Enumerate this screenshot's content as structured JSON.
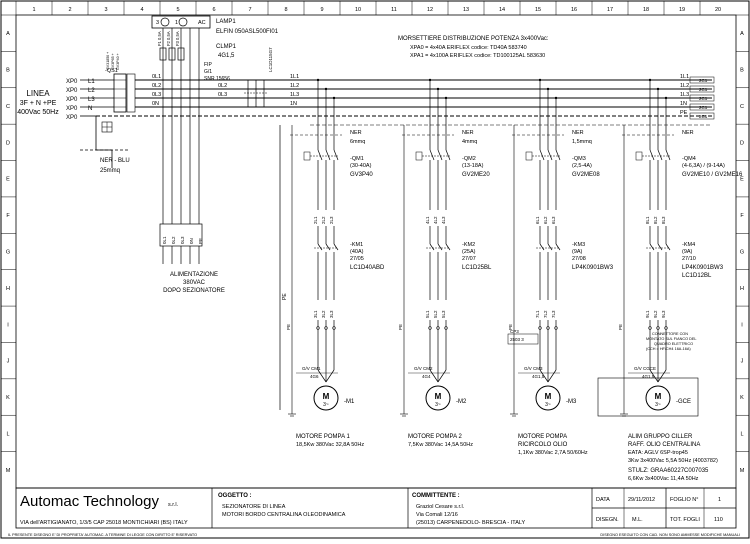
{
  "columns": [
    "1",
    "2",
    "3",
    "4",
    "5",
    "6",
    "7",
    "8",
    "9",
    "10",
    "11",
    "12",
    "13",
    "14",
    "15",
    "16",
    "17",
    "18",
    "19",
    "20"
  ],
  "rows": [
    "A",
    "B",
    "C",
    "D",
    "E",
    "F",
    "G",
    "H",
    "I",
    "J",
    "K",
    "L",
    "M"
  ],
  "line_block": {
    "title": "LINEA",
    "line2": "3F + N +PE",
    "line3": "400Vac 50Hz"
  },
  "input_terminals": [
    "XP0",
    "XP0",
    "XP0",
    "XP0",
    "XP0"
  ],
  "phase_labels": [
    "L1",
    "L2",
    "L3",
    "N"
  ],
  "qs1": "-QS1",
  "qs1_spec": [
    "GV31850 +",
    "GV3P65 +",
    "GV3P40 +"
  ],
  "ner_blu": {
    "label": "NER - BLU",
    "size": "25mmq"
  },
  "lamp": {
    "tag": "LAMP1",
    "model": "ELFIN 050ASL500FI01",
    "pins": [
      "3",
      "1",
      "AC"
    ]
  },
  "clmp": {
    "tag": "CLMP1",
    "label": "4G1,5",
    "s1": "FIP",
    "s2": "G/1",
    "s3": "SNR 15656"
  },
  "fuse_labels": [
    "F1 0,5A",
    "F2 0,5A",
    "F3 0,5A"
  ],
  "lc_label": "LC1D115G7",
  "wire_labels": {
    "zero": [
      "0L1",
      "0L2",
      "0L3",
      "0N"
    ],
    "one": [
      "1L1",
      "1L2",
      "1L3",
      "1N",
      "PE"
    ],
    "two": [
      "0L2",
      "0L3"
    ]
  },
  "bus_refs": [
    "2C1",
    "2C1",
    "2C1",
    "2C1",
    "2C1"
  ],
  "bottom_wires": [
    "0L1",
    "0L2",
    "0L3",
    "0N",
    "PE"
  ],
  "power_tap": {
    "l1": "ALIMENTAZIONE",
    "l2": "380VAC",
    "l3": "DOPO SEZIONATORE"
  },
  "terminal_header": {
    "title": "MORSETTIERE DISTRIBUZIONE POTENZA 3x400Vac:",
    "line1": "XPA0 = 4x40A   ERIFLEX codice: TD40A 583740",
    "line2": "XPA1 = 4x100A  ERIFLEX codice: TD100125AL 583630"
  },
  "feeders": [
    {
      "ner": "NER",
      "mmq": "6mmq",
      "qm": "-QM1",
      "range": "(30-40A)",
      "breaker": "GV3P40",
      "km": "-KM1",
      "kmsub": "(40A)",
      "kmsub2": "27/05",
      "contactor": "LC1D40ABD",
      "wires": [
        "2L1",
        "2L2",
        "2L3"
      ],
      "motor_wires": [
        "3L1",
        "3L2",
        "3L3"
      ],
      "pe": "PE",
      "motor": "-M1",
      "title": "MOTORE POMPA 1",
      "spec": "18,5Kw 380Vac 32,8A 50Hz",
      "cable": "G/V CM1",
      "cable2": "4G6"
    },
    {
      "ner": "NER",
      "mmq": "4mmq",
      "qm": "-QM2",
      "range": "(13-18A)",
      "breaker": "GV2ME20",
      "km": "-KM2",
      "kmsub": "(25A)",
      "kmsub2": "27/07",
      "contactor": "LC1D25BL",
      "wires": [
        "4L1",
        "4L2",
        "4L3"
      ],
      "motor_wires": [
        "5L1",
        "5L2",
        "5L3"
      ],
      "pe": "PE",
      "motor": "-M2",
      "title": "MOTORE POMPA 2",
      "spec": "7,5Kw 380Vac 14,5A 50Hz",
      "cable": "G/V CM2",
      "cable2": "4G4"
    },
    {
      "ner": "NER",
      "mmq": "1,5mmq",
      "qm": "-QM3",
      "range": "(2,5-4A)",
      "breaker": "GV2ME08",
      "km": "-KM3",
      "kmsub": "(9A)",
      "kmsub2": "27/08",
      "contactor": "LP4K0901BW3",
      "wires": [
        "6L1",
        "6L2",
        "6L3"
      ],
      "motor_wires": [
        "7L1",
        "7L2",
        "7L3"
      ],
      "pe": "PE",
      "motor": "-M3",
      "title": "MOTORE POMPA",
      "title2": "RICIRCOLO OLIO",
      "spec": "1,1Kw 380Vac 2,7A 50/60Hz",
      "cable": "G/V CM3",
      "cable2": "4G1,5"
    },
    {
      "ner": "NER",
      "mmq": "",
      "qm": "-QM4",
      "range": "(4-6,3A) / (9-14A)",
      "breaker": "GV2ME10 / GV2ME16",
      "km": "-KM4",
      "kmsub": "(9A)",
      "kmsub2": "27/10",
      "contactor": "LP4K0901BW3",
      "contactor2": "LC1D12BL",
      "wires": [
        "8L1",
        "8L2",
        "8L3"
      ],
      "motor_wires": [
        "9L1",
        "9L2",
        "9L3"
      ],
      "pe": "PE",
      "motor": "-GCE",
      "title": "ALIM GRUPPO CILLER",
      "title2": "RAFF. OLIO CENTRALINA",
      "spec": "EATA: AGLV 6SP-trop45",
      "spec2": "3Kw 3x400Vac 5,5A 50Hz (4003782)",
      "stulz": "STULZ: GRAA60227C007035",
      "stulz2": "6,6Kw 3x400Vac 11,4A 50Hz",
      "cable": "G/V CGCE",
      "cable2": "4G1,5"
    }
  ],
  "feeder3_box": {
    "a": "CP3",
    "b": "2503 3"
  },
  "connector_note": [
    "CONNETTORE CON",
    "MONTATO SUL FIANCO DEL",
    "QUADRO ELETTRICO",
    "(CCH = HF/CH4 16A-16A)"
  ],
  "title_block": {
    "company": "Automac Technology",
    "company_suffix": "s.r.l.",
    "address": "VIA dell'ARTIGIANATO, 1/3/5  CAP 25018 MONTICHIARI (BS) ITALY",
    "oggetto_label": "OGGETTO :",
    "oggetto_1": "SEZIONATORE DI LINEA",
    "oggetto_2": "MOTORI BORDO CENTRALINA OLEODINAMICA",
    "committente_label": "COMMITTENTE :",
    "committente_1": "Graziol Cesare s.r.l.",
    "committente_2": "Via Comali 12/16",
    "committente_3": "(25013) CARPENEDOLO- BRESCIA - ITALY",
    "data_label": "DATA",
    "data_value": "29/11/2012",
    "foglio_label": "FOGLIO N°",
    "foglio_value": "1",
    "disegn_label": "DISEGN.",
    "disegn_value": "M.L.",
    "tot_label": "TOT. FOGLI",
    "tot_value": "110"
  },
  "footer_left": "IL PRESENTE DISEGNO E' DI PROPRIETA' AUTOMAC. A TERMINE DI LEGGE CON DIRITTO E' RISERVATO",
  "footer_right": "DISEGNO ESEGUITO CON CAD. NON SONO AMMESSE MODIFICHE MANUALI"
}
